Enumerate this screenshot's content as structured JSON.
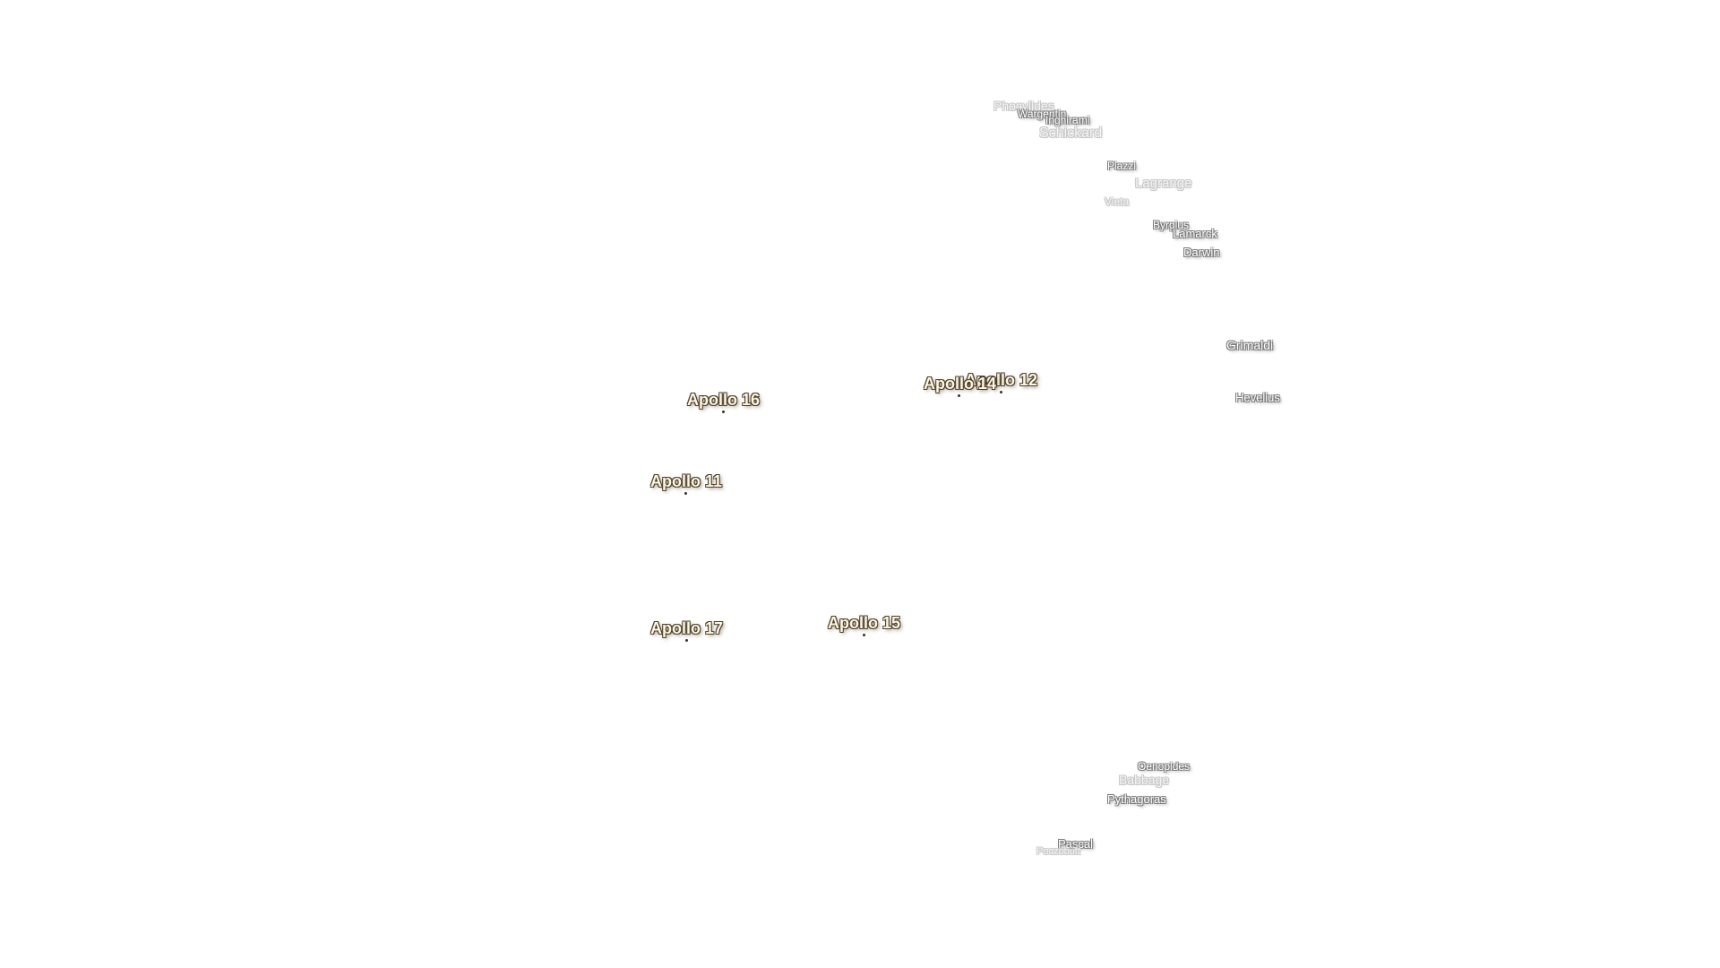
{
  "map": {
    "craters": [
      {
        "name": "Phocylides",
        "style": "faded"
      },
      {
        "name": "Wargentin",
        "style": "normal"
      },
      {
        "name": "Inghirami",
        "style": "normal"
      },
      {
        "name": "Schickard",
        "style": "faded"
      },
      {
        "name": "Piazzi",
        "style": "normal"
      },
      {
        "name": "Lagrange",
        "style": "faded"
      },
      {
        "name": "Vieta",
        "style": "faded"
      },
      {
        "name": "Byrgius",
        "style": "normal"
      },
      {
        "name": "Lamarck",
        "style": "normal"
      },
      {
        "name": "Darwin",
        "style": "normal"
      },
      {
        "name": "Grimaldi",
        "style": "normal"
      },
      {
        "name": "Hevelius",
        "style": "normal"
      },
      {
        "name": "Oenopides",
        "style": "normal"
      },
      {
        "name": "Babbage",
        "style": "faded"
      },
      {
        "name": "Pythagoras",
        "style": "normal"
      },
      {
        "name": "Pascal",
        "style": "normal"
      },
      {
        "name": "Poczobutt",
        "style": "faded"
      }
    ],
    "landing_sites": [
      {
        "name": "Apollo 12"
      },
      {
        "name": "Apollo 14"
      },
      {
        "name": "Apollo 16"
      },
      {
        "name": "Apollo 11"
      },
      {
        "name": "Apollo 17"
      },
      {
        "name": "Apollo 15"
      }
    ]
  }
}
